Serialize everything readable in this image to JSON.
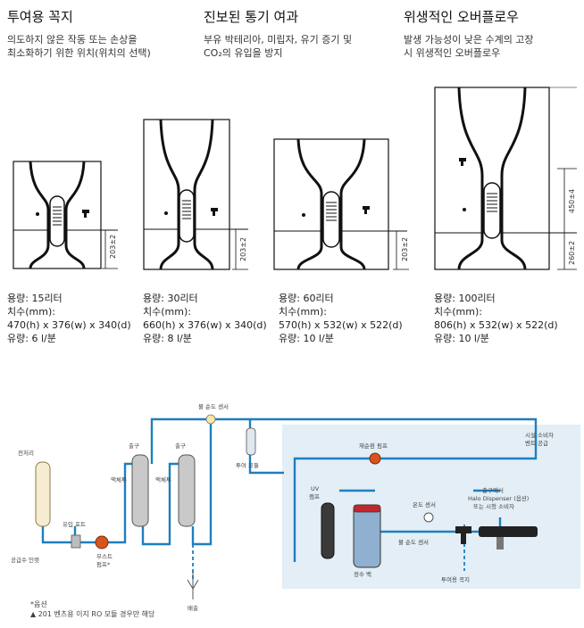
{
  "features": [
    {
      "title": "투여용 꼭지",
      "desc": [
        "의도하지 않은 작동 또는 손상을",
        "최소화하기 위한 위치(위치의 선택)"
      ]
    },
    {
      "title": "진보된 통기 여과",
      "desc": [
        "부유 박테리아, 미립자, 유기 증기 및",
        "CO₂의 유입을 방지"
      ]
    },
    {
      "title": "위생적인 오버플로우",
      "desc": [
        "발생 가능성이 낮은 수계의 고장",
        "시 위생적인 오버플로우"
      ]
    }
  ],
  "tanks": [
    {
      "dims": [
        "203±2"
      ],
      "specs": [
        "용량: 15리터",
        "치수(mm):",
        "470(h) x 376(w) x 340(d)",
        "유량: 6 l/분"
      ]
    },
    {
      "dims": [
        "203±2"
      ],
      "specs": [
        "용량: 30리터",
        "치수(mm):",
        "660(h) x 376(w) x 340(d)",
        "유량: 8 l/분"
      ]
    },
    {
      "dims": [
        "203±2"
      ],
      "specs": [
        "용량: 60리터",
        "치수(mm):",
        "570(h) x 532(w) x 522(d)",
        "유량: 10 l/분"
      ]
    },
    {
      "dims": [
        "450±4",
        "260±2"
      ],
      "specs": [
        "용량: 100리터",
        "치수(mm):",
        "806(h) x 532(w) x 522(d)",
        "유량: 10 l/분"
      ]
    }
  ],
  "diagram": {
    "labels": {
      "pretreat": "전처리",
      "feed_water": "공급수 인렛",
      "inlet_port": "유입 포트",
      "booster_pump": "부스트",
      "booster_pump2": "펌프*",
      "outlet1": "출구",
      "cartridge1": "액체투",
      "outlet2": "출구",
      "cartridge2": "액체투",
      "drain": "배출",
      "purity_sensor": "물 순도 센서",
      "vent_module": "투여 모듈",
      "recirc_pump": "재순환 펌프",
      "uv_lamp1": "UV",
      "uv_lamp2": "램프",
      "reservoir": "정수 백",
      "temp_sensor": "온도 센서",
      "purity_sensor2": "물 순도 센서",
      "dispense_tap": "투여용 꼭지",
      "halo1": "출구에서",
      "halo2": "Halo Dispenser (옵션)",
      "halo3": "또는 시청 소비자",
      "supply1": "시설 소비자",
      "supply2": "벤트 공급"
    },
    "footnotes": [
      "*옵션",
      "▲ 201 벤츠용 이지 RO 모듈 경우만 해당"
    ]
  }
}
